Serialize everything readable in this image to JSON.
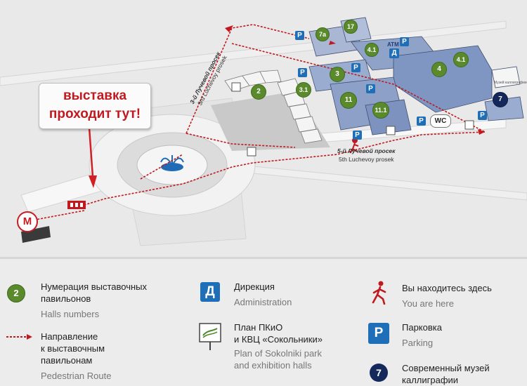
{
  "callout": {
    "line1": "выставка",
    "line2": "проходит тут!"
  },
  "roads": {
    "third_ru": "3-й Лучевой просек",
    "third_en": "3rd Luchevoy prosek",
    "fifth_ru": "5-й Лучевой просек",
    "fifth_en": "5th Luchevoy prosek"
  },
  "halls": [
    "2",
    "3",
    "3.1",
    "4",
    "4.1",
    "7а",
    "11",
    "11.1",
    "17",
    "7"
  ],
  "map_marks": {
    "parking": "P",
    "admin": "Д",
    "atm": "ATM",
    "wc": "WC",
    "metro": "M",
    "museum_sign": "Музей каллиграфии"
  },
  "legend": {
    "halls": {
      "icon": "2",
      "ru": "Нумерация выставочных павильонов",
      "ru1": "Нумерация выставочных",
      "ru2": "павильонов",
      "en": "Halls numbers"
    },
    "route": {
      "ru1": "Направление",
      "ru2": "к выставочным",
      "ru3": "павильонам",
      "en": "Pedestrian Route"
    },
    "admin": {
      "icon": "Д",
      "ru": "Дирекция",
      "en": "Administration"
    },
    "plan": {
      "ru1": "План ПКиО",
      "ru2": "и КВЦ «Сокольники»",
      "en1": "Plan of Sokolniki park",
      "en2": "and exhibition halls"
    },
    "here": {
      "ru": "Вы находитесь здесь",
      "en": "You are here"
    },
    "parking": {
      "icon": "P",
      "ru": "Парковка",
      "en": "Parking"
    },
    "museum": {
      "icon": "7",
      "ru1": "Современный музей",
      "ru2": "каллиграфии"
    }
  },
  "colors": {
    "hall_green": "#5a8a2c",
    "parking_blue": "#1e6fb7",
    "route_red": "#c0191f",
    "museum_navy": "#14285c"
  }
}
